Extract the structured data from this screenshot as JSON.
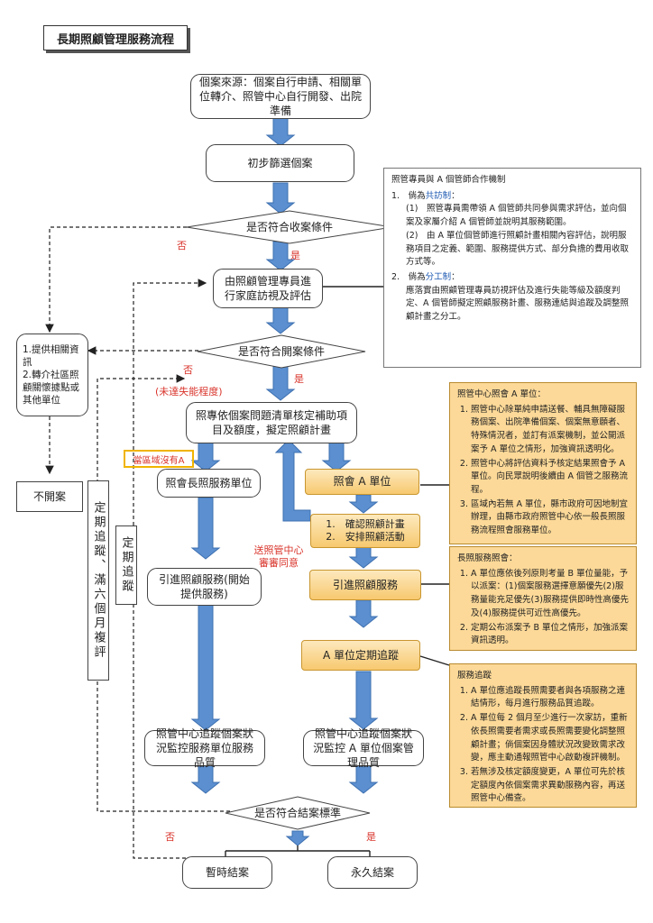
{
  "title": "長期照顧管理服務流程",
  "colors": {
    "arrow_blue": "#5b8fd0",
    "node_orange": "#f7c96f",
    "note_orange": "#fcd998",
    "label_red": "#d9342b"
  },
  "flow": {
    "source": "個案來源：個案自行申請、相關單位轉介、照管中心自行開發、出院準備",
    "screen": "初步篩選個案",
    "d1": "是否符合收案條件",
    "d1_no": "否",
    "d1_yes": "是",
    "visit": "由照顧管理專員進行家庭訪視及評估",
    "d2": "是否符合開案條件",
    "d2_no": "否",
    "d2_yes": "是",
    "d2_note": "(未達失能程度)",
    "left_info": "1.提供相關資訊\n2.轉介社區照顧關懷據點或其他單位",
    "not_open": "不開案",
    "follow_a": "定期追蹤、滿六個月複評",
    "follow_b": "定期追蹤",
    "plan": "照專依個案問題清單核定補助項目及額度，擬定照顧計畫",
    "no_a_label": "當區域沒有A",
    "contact_long": "照會長照服務單位",
    "contact_a": "照會 A 單位",
    "confirm_1": "1.　確認照顧計畫",
    "confirm_2": "2.　安排照顧活動",
    "send_label": "送照管中心審審同意",
    "intro_left": "引進照顧服務(開始提供服務)",
    "intro_right": "引進照顧服務",
    "a_track": "A 單位定期追蹤",
    "monitor_left": "照管中心追蹤個案狀況監控服務單位服務品質",
    "monitor_right": "照管中心追蹤個案狀況監控 A 單位個案管理品質",
    "d3": "是否符合結案標準",
    "d3_no": "否",
    "d3_yes": "是",
    "end_temp": "暫時結案",
    "end_perm": "永久結案"
  },
  "notes": {
    "coop": {
      "title": "照管專員與 A 個管師合作機制",
      "i1_prefix": "倘為",
      "i1_key": "共訪制",
      "i1_suffix": "：",
      "i1_a": "(1)　照管專員需帶領 A 個管師共同參與需求評估，並向個案及家屬介紹 A 個管師並說明其服務範圍。",
      "i1_b": "(2)　由 A 單位個管師進行照顧計畫相關內容評估，說明服務項目之定義、範圍、服務提供方式、部分負擔的費用收取方式等。",
      "i2_prefix": "倘為",
      "i2_key": "分工制",
      "i2_suffix": "：",
      "i2_text": "應落實由照顧管理專員訪視評估及進行失能等級及額度判定、A 個管師擬定照顧服務計畫、服務連結與追蹤及調整照顧計畫之分工。"
    },
    "contact": {
      "title": "照管中心照會 A 單位：",
      "items": [
        "照管中心除單純申請送餐、輔具無障礙服務個案、出院準備個案、個案無意願者、特殊情況者，並訂有派案機制，並公開派案予 A 單位之情形，加強資訊透明化。",
        "照管中心將評估資料予核定結果照會予 A 單位。向民眾說明後續由 A 個管之服務流程。",
        "區域內若無 A 單位，縣市政府可因地制宜辦理，由縣市政府照管中心依一般長照服務流程照會服務單位。"
      ]
    },
    "refer": {
      "title": "長照服務照會：",
      "items": [
        "A 單位應依後列原則考量 B 單位量能，予以派案：(1)個案服務選擇意願優先(2)服務量能充足優先(3)服務提供即時性高優先及(4)服務提供可近性高優先。",
        "定期公布派案予 B 單位之情形，加強派案資訊透明。"
      ]
    },
    "track": {
      "title": "服務追蹤",
      "items": [
        "A 單位應追蹤長照需要者與各項服務之連結情形，每月進行服務品質追蹤。",
        "A 單位每 2 個月至少進行一次家訪，重新依長照需要者需求或長照需要變化調整照顧計畫；倘個案因身體狀況改變致需求改變，應主動通報照管中心啟動複評機制。",
        "若無涉及核定額度變更，A 單位可先於核定額度內依個案需求異動服務內容，再送照管中心備查。"
      ]
    }
  }
}
